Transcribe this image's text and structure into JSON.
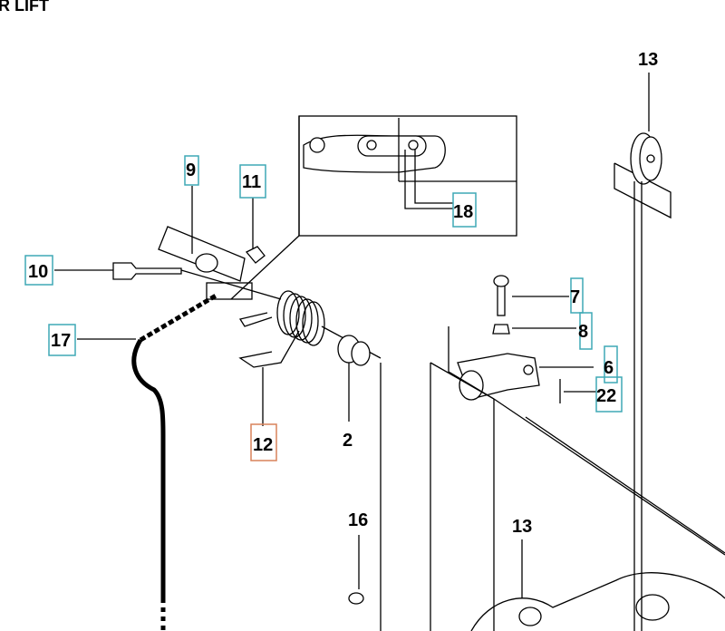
{
  "title": "R LIFT",
  "colors": {
    "callout_box": "#3fa9b5",
    "highlight_box": "#d9825a"
  },
  "callouts": [
    {
      "id": "13a",
      "label": "13",
      "boxed": false
    },
    {
      "id": "9",
      "label": "9",
      "boxed": true
    },
    {
      "id": "11",
      "label": "11",
      "boxed": true
    },
    {
      "id": "18",
      "label": "18",
      "boxed": true
    },
    {
      "id": "10",
      "label": "10",
      "boxed": true
    },
    {
      "id": "7",
      "label": "7",
      "boxed": true
    },
    {
      "id": "8",
      "label": "8",
      "boxed": true
    },
    {
      "id": "17",
      "label": "17",
      "boxed": true
    },
    {
      "id": "6",
      "label": "6",
      "boxed": true
    },
    {
      "id": "22",
      "label": "22",
      "boxed": true
    },
    {
      "id": "12",
      "label": "12",
      "boxed": true,
      "highlighted": true
    },
    {
      "id": "2",
      "label": "2",
      "boxed": false
    },
    {
      "id": "16",
      "label": "16",
      "boxed": false
    },
    {
      "id": "13b",
      "label": "13",
      "boxed": false
    }
  ]
}
